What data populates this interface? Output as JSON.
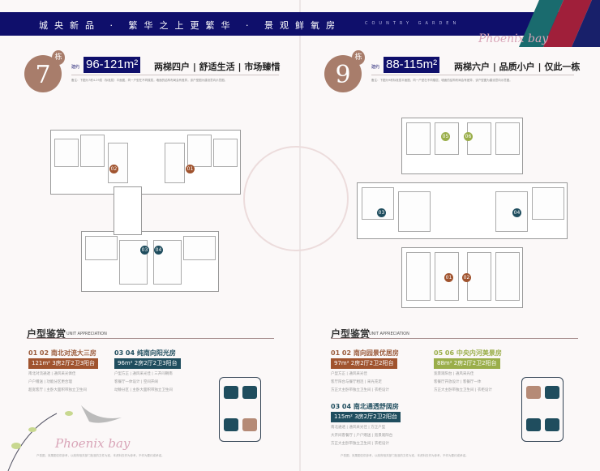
{
  "header": {
    "slogan": "城央新品 · 繁华之上更繁华 · 景观鲜氧房",
    "brand_en": "COUNTRY GARDEN",
    "script_logo": "Phoenix bay"
  },
  "left": {
    "building_num": "7",
    "building_char": "栋",
    "about": "建约",
    "area": "96-121m²",
    "tagline": "两梯四户 | 舒适生活 | 市场臻惜",
    "note": "备注：下图为7栋4-29层（标准层）平面图，同一户型在不同楼层，墙面的结构布局会有差异，该户型图为建设意向示意图。",
    "units": [
      "01",
      "02",
      "03",
      "04"
    ],
    "section_title": "户型鉴赏",
    "section_en": "UNIT APPRECIATION",
    "cards": [
      {
        "nums": "01 02",
        "title": "南北对流大三房",
        "spec": "121m² 3房2厅2卫3阳台",
        "color": "#a0532e",
        "bullets": [
          "南北对流通透 | 通风采光俱佳",
          "户户赠送 | 功能分区更合理",
          "超宽客厅 | 主卧大面积带独立卫生间"
        ]
      },
      {
        "nums": "03 04",
        "title": "纯南向阳光房",
        "spec": "96m² 2房2厅2卫3阳台",
        "color": "#1f4d5e",
        "bullets": [
          "户型方正 | 通风采光佳 | 三开间朝南",
          "客餐厅一体设计 | 空间开阔",
          "动静分区 | 主卧大面积带独立卫生间"
        ]
      }
    ],
    "script_logo": "Phoenix bay"
  },
  "right": {
    "building_num": "9",
    "building_char": "栋",
    "about": "建约",
    "area": "88-115m²",
    "tagline": "两梯六户 | 品质小户 | 仅此一栋",
    "note": "备注：下图为9栋标准层平面图，同一户型在不同楼层，墙面的结构布局会有差异，该户型图为建设意向示意图。",
    "units": [
      "01",
      "02",
      "03",
      "04",
      "05",
      "06"
    ],
    "section_title": "户型鉴赏",
    "section_en": "UNIT APPRECIATION",
    "cards": [
      {
        "nums": "01 02",
        "title": "南向园景优居房",
        "spec": "97m² 2房2厅2卫2阳台",
        "color": "#a0532e",
        "bullets": [
          "户型方正 | 通风采光佳",
          "客厅阳台与餐厅相连 | 采光充足",
          "方正大主卧带独立卫生间 | 衣柜设计"
        ]
      },
      {
        "nums": "05 06",
        "title": "中央内河美景房",
        "spec": "88m² 2房2厅2卫2阳台",
        "color": "#9aae4a",
        "bullets": [
          "宽景观阳台 | 通风采光佳",
          "客餐厅开放设计 | 客餐厅一体",
          "方正大主卧带独立卫生间 | 衣柜设计"
        ]
      },
      {
        "nums": "03 04",
        "title": "南北通透舒阔房",
        "spec": "115m² 3房2厅2卫2阳台",
        "color": "#1f4d5e",
        "bullets": [
          "南北通透 | 通风采光佳 | 方正户型",
          "大开间客餐厅 | 户户赠送 | 宽景观阳台",
          "方正大主卧带独立卫生间 | 衣柜设计"
        ]
      }
    ]
  },
  "footer": {
    "left": "户型图、效果图仅供参考，以政府相关部门批准的文件为准，本资料仅作为参考，不作为要约或承诺。",
    "right": "户型图、效果图仅供参考，以政府相关部门批准的文件为准，本资料仅作为参考，不作为要约或承诺。"
  }
}
